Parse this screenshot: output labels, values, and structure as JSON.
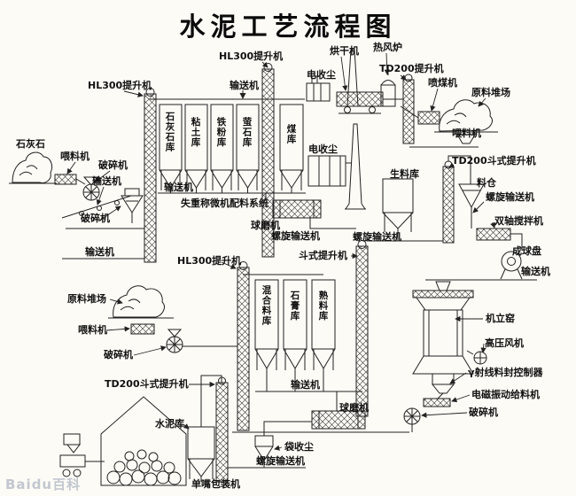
{
  "title": "水泥工艺流程图",
  "watermark": "Baidu百科",
  "colors": {
    "ink": "#1a1a1a",
    "background": "#fcfbf6",
    "watermark": "#b9bfc9"
  },
  "terms": {
    "hl300_elevator": "HL300提升机",
    "td200_elevator": "TD200提升机",
    "td200_bucket_elevator": "TD200斗式提升机",
    "bucket_elevator": "斗式提升机",
    "conveyor": "输送机",
    "screw_conveyor": "螺旋输送机",
    "feeder": "喂料机",
    "crusher": "破碎机",
    "ball_mill": "球磨机",
    "dryer": "烘干机",
    "hot_air_furnace": "热风炉",
    "electric_dust_collector": "电收尘",
    "coal_injector": "喷煤机",
    "raw_material_yard": "原料堆场",
    "limestone": "石灰石",
    "batching_system": "失重称微机配料系统",
    "raw_meal_silo": "生料库",
    "hopper": "料仓",
    "twin_shaft_mixer": "双轴搅拌机",
    "pelletizing_disc": "成球盘",
    "shaft_kiln": "机立窑",
    "high_pressure_fan": "高压风机",
    "gamma_ray_controller": "γ射线料封控制器",
    "electromagnetic_feeder": "电磁振动给料机",
    "cement_silo": "水泥库",
    "bag_dust_collector": "袋收尘",
    "single_spout_packer": "单嘴包装机",
    "limestone_silo": "石灰石库",
    "clay_silo": "粘土库",
    "iron_powder_silo": "铁粉库",
    "fluorite_silo": "萤石库",
    "coal_silo": "煤库",
    "mixture_silo": "混合料库",
    "gypsum_silo": "石膏库",
    "clinker_silo": "熟料库"
  }
}
